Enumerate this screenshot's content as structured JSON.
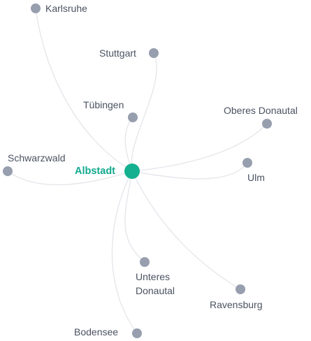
{
  "colors": {
    "edge": "#e6e7ec",
    "node": "#979eae",
    "center_node": "#14b08f",
    "label": "#4a5260",
    "center_label": "#13a98e"
  },
  "center": {
    "label": "Albstadt"
  },
  "nodes": [
    {
      "id": "karlsruhe",
      "label": "Karlsruhe"
    },
    {
      "id": "stuttgart",
      "label": "Stuttgart"
    },
    {
      "id": "tuebingen",
      "label": "Tübingen"
    },
    {
      "id": "oberes-donautal",
      "label": "Oberes Donautal"
    },
    {
      "id": "schwarzwald",
      "label": "Schwarzwald"
    },
    {
      "id": "ulm",
      "label": "Ulm"
    },
    {
      "id": "unteres-donautal",
      "label": "Unteres Donautal"
    },
    {
      "id": "ravensburg",
      "label": "Ravensburg"
    },
    {
      "id": "bodensee",
      "label": "Bodensee"
    }
  ]
}
